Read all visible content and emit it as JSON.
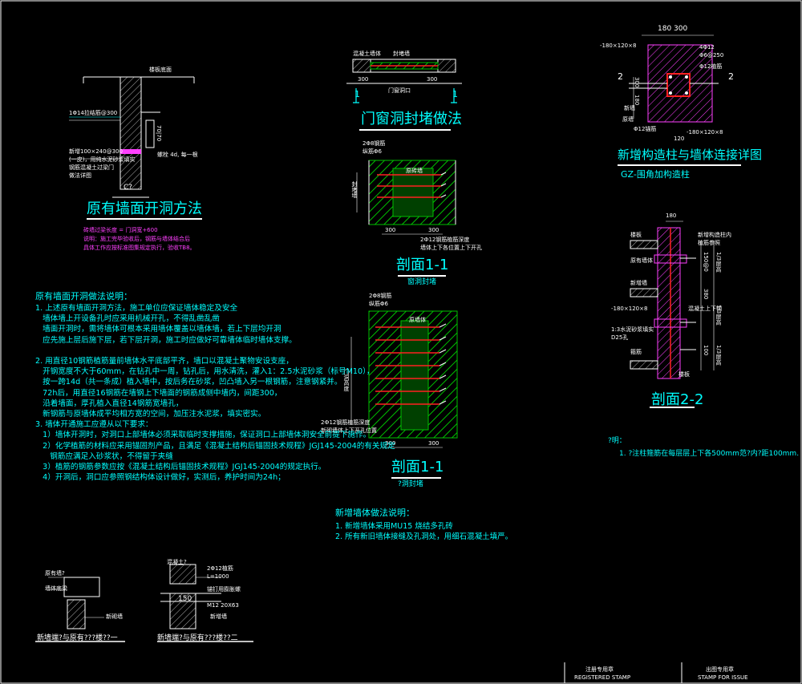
{
  "drawing": {
    "title_wall_opening": "原有墙面开洞方法",
    "wall_opening_notes": [
      "砖墙过梁长度 = 门洞宽+600",
      "说明：施工完毕验收后，钢筋与墙体结合后",
      "具体工作应按标准图集规定执行，验收TB8。"
    ],
    "wall_opening_labels": {
      "top": "楼板底面",
      "rebar": "1Φ14拉结筋@300",
      "beam": "新增100×240@300",
      "beam2": "(一皮)，用纯水泥砂浆填实",
      "beam3": "钢筋混凝土过梁门",
      "beam4": "做法详图",
      "bolt": "螺栓 4d, 每一根",
      "dim_v": "70|70",
      "dim_h": "C?"
    },
    "title_door_seal": "门窗洞封堵做法",
    "door_seal_labels": {
      "left": "混凝土墙体",
      "top": "封堵墙",
      "inner": "门窗洞口",
      "dim_l": "300",
      "dim_r": "300",
      "mark": "1"
    },
    "section_1a_title": "剖面1-1",
    "section_1a_sub": "窗洞封堵",
    "section_1a_labels": {
      "l1": "2Φ8钢筋",
      "l2": "纵筋Φ6",
      "mid": "原砖墙",
      "side": "封堵墙",
      "dim": "300",
      "dim2": "300",
      "note1": "2Ф12钢筋植筋深度",
      "note2": "墙体上下各位置上下开孔"
    },
    "section_1b_title": "剖面1-1",
    "section_1b_sub": "?洞封堵",
    "section_1b_labels": {
      "l1": "2Φ8钢筋",
      "l2": "纵筋Φ6",
      "mid": "原墙体",
      "side": "门洞高度",
      "dim": "300",
      "dim2": "300",
      "note1": "2Ф12钢筋植筋深度",
      "note2": "新砌墙体上下开孔位置"
    },
    "notes_title": "原有墙面开洞做法说明：",
    "notes_body": "1. 上述原有墙面开洞方法，施工单位应保证墙体稳定及安全\n   墙体墙上开设备孔时应采用机械开孔，不得乱凿乱凿\n   墙面开洞时，需将墙体可根本采用墙体覆盖以墙体墙，若上下层均开洞\n   应先施上层后施下层，若下层开洞，施工时应做好可靠墙体临时墙体支撑。\n\n2. 用直径10钢筋植筋量前墙体水平底部平齐，墙口以混凝土聚物安设支座，\n   开钢宽度不大于60mm，在钻孔中一周，钻孔后，用水清洗，灌入1：2.5水泥砂浆（标号M10），\n   按一跨14d（共一条成）植入墙中，按后务在砂浆，凹凸墙入另一根钢筋，注意钢紧并。\n   72h后，用直径16钢筋在墙钢上下墙面的钢筋成侧中墙内，间距300，\n   沿着墙面，厚孔植入直径14钢筋宽墙孔，\n   新钢筋与原墙体成平均相方宽的空间，加压注水泥浆，填实密实。\n3. 墙体开通施工应遵从以下要求：\n   1）墙体开洞时，对洞口上部墙体必须采取临时支撑措施，保证洞口上部墙体洞安全前提下施作。\n   2）化学植筋的材料应采用锚固剂产品，且满足《混凝土结构后锚固技术规程》JGJ145-2004的有关规定\n      钢筋应满足入砂浆状，不得留于夹缝\n   3）植筋的钢筋参数应按《混凝土结构后锚固技术规程》JGJ145-2004的规定执行。\n   4）开洞后，洞口应参照钢结构体设计做好，实测后，养护时间为24h；",
    "new_wall_title": "新增墙体做法说明：",
    "new_wall_body": "1. 新增墙体采用MU15 烧结多孔砖\n2. 所有新旧墙体接缝及孔洞处，用细石混凝土填严。",
    "detail1_title": "新墙端?与原有???楼??一",
    "detail1_labels": {
      "a": "原有墙?",
      "b": "墙体底梁",
      "c": "新砌墙"
    },
    "detail2_title": "新墙端?与原有???楼??二",
    "detail2_labels": {
      "a": "混凝土?",
      "b": "2Φ12植筋",
      "c": "L=1000",
      "d": "150",
      "e": "锚钉用膨胀螺",
      "f": "M12 20X63",
      "g": "新增墙"
    },
    "col_title": "新增构造柱与墙体连接详图",
    "col_sub": "GZ-围角加构造柱",
    "col_labels": {
      "dim": "180  300",
      "plate": "-180×120×8",
      "rebar": "4Φ12",
      "stir": "Φ6@250",
      "bolt": "Φ12植筋",
      "bolt2": "-180×120×8",
      "sec": "2",
      "sec2": "2",
      "v1": "180",
      "v2": "120",
      "v3": "300",
      "left1": "新墙",
      "left2": "原墙",
      "bot": "Φ12锚筋",
      "d120": "120"
    },
    "sec22_title": "剖面2-2",
    "sec22_labels": {
      "top": "180",
      "r1": "新增构造柱内",
      "r2": "植筋参照",
      "l1": "楼板",
      "l2": "原有墙体",
      "l3": "新增墙",
      "plate": "-180×120×8",
      "mortar": "1:3水泥砂浆填实",
      "d25": "D25孔",
      "note": "混凝土上下钢",
      "d1": "150@0",
      "d2": "1/3层高",
      "d3": "1/3层高",
      "d4": "380",
      "d5": "100",
      "d6": "1/3层高",
      "stirrup": "箍筋",
      "floor": "楼板"
    },
    "remark_title": "?明：",
    "remark_body": "1. ?注柱箍筋在每层层上下各500mm范?内?距100mm.",
    "stamp1_cn": "注册专用章",
    "stamp1_en": "REGISTERED STAMP",
    "stamp2_cn": "出图专用章",
    "stamp2_en": "STAMP FOR ISSUE"
  },
  "colors": {
    "cyan": "#00ffff",
    "magenta": "#ff40ff",
    "green": "#00c000",
    "red": "#ff2020",
    "white": "#ffffff",
    "yellow": "#ffff00"
  }
}
